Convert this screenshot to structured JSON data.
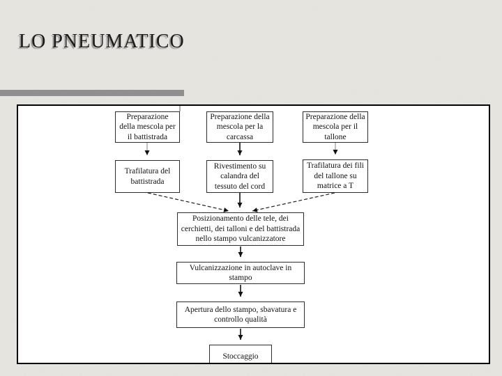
{
  "slide": {
    "title": "LO PNEUMATICO",
    "colors": {
      "background": "#e9e7e2",
      "title_text": "#1c1c1c",
      "title_shadow": "#9a9a9a",
      "divider_bar": "#8f8f8f",
      "panel_background": "#ffffff",
      "panel_border": "#000000",
      "box_border": "#2b2b2b",
      "box_text": "#111111"
    }
  },
  "flowchart": {
    "boxes": [
      {
        "id": "prep-battistrada",
        "label": "Preparazione della mescola per il battistrada"
      },
      {
        "id": "prep-carcassa",
        "label": "Preparazione della mescola per la carcassa"
      },
      {
        "id": "prep-tallone",
        "label": "Preparazione della mescola per il tallone"
      },
      {
        "id": "trafilatura-battistrada",
        "label": "Trafilatura del battistrada"
      },
      {
        "id": "rivestimento-calandra",
        "label": "Rivestimento su calandra del tessuto del cord"
      },
      {
        "id": "trafilatura-tallone",
        "label": "Trafilatura dei fili del tallone su matrice a T"
      },
      {
        "id": "posizionamento",
        "label": "Posizionamento delle tele, dei cerchietti, dei talloni e del battistrada nello stampo vulcanizzatore"
      },
      {
        "id": "vulcanizzazione",
        "label": "Vulcanizzazione in autoclave in stampo"
      },
      {
        "id": "apertura",
        "label": "Apertura dello stampo, sbavatura e controllo qualità"
      },
      {
        "id": "stoccaggio",
        "label": "Stoccaggio"
      }
    ],
    "edges": [
      {
        "from": "prep-battistrada",
        "to": "trafilatura-battistrada",
        "style": "solid"
      },
      {
        "from": "prep-carcassa",
        "to": "rivestimento-calandra",
        "style": "solid"
      },
      {
        "from": "prep-tallone",
        "to": "trafilatura-tallone",
        "style": "solid"
      },
      {
        "from": "trafilatura-battistrada",
        "to": "posizionamento",
        "style": "dashed"
      },
      {
        "from": "rivestimento-calandra",
        "to": "posizionamento",
        "style": "solid"
      },
      {
        "from": "trafilatura-tallone",
        "to": "posizionamento",
        "style": "dashed"
      },
      {
        "from": "posizionamento",
        "to": "vulcanizzazione",
        "style": "solid"
      },
      {
        "from": "vulcanizzazione",
        "to": "apertura",
        "style": "solid"
      },
      {
        "from": "apertura",
        "to": "stoccaggio",
        "style": "solid"
      }
    ]
  }
}
